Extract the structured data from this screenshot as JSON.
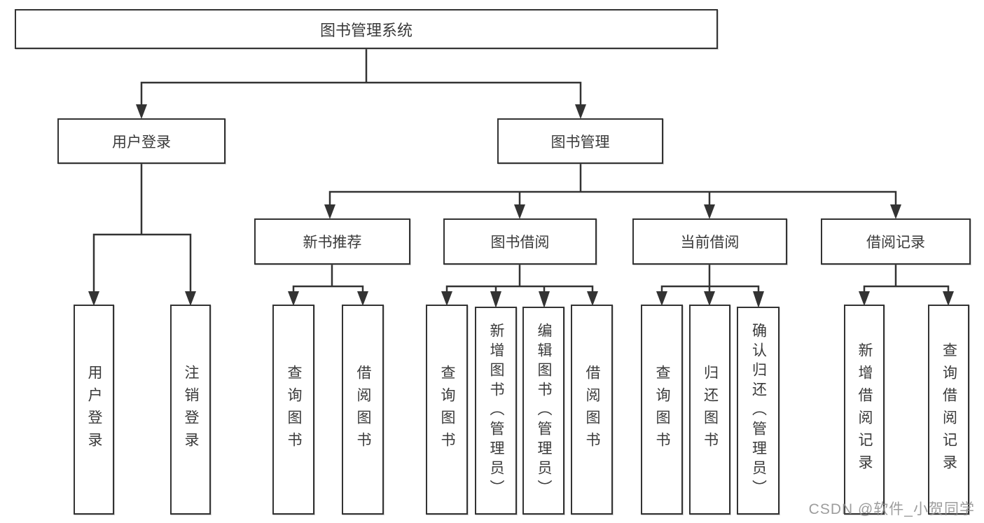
{
  "nodes": {
    "root": "图书管理系统",
    "user_login": "用户登录",
    "book_management": "图书管理",
    "leaf_user_login": "用户登录",
    "leaf_logout": "注销登录",
    "new_book_recommend": "新书推荐",
    "book_borrow": "图书借阅",
    "current_borrow": "当前借阅",
    "borrow_records": "借阅记录",
    "leaf_query_books_1": "查询图书",
    "leaf_borrow_books_1": "借阅图书",
    "leaf_query_books_2": "查询图书",
    "leaf_add_books": "新增图书（管理员）",
    "leaf_edit_books": "编辑图书（管理员）",
    "leaf_borrow_books_2": "借阅图书",
    "leaf_query_books_3": "查询图书",
    "leaf_return_books": "归还图书",
    "leaf_confirm_return": "确认归还（管理员）",
    "leaf_add_borrow_record": "新增借阅记录",
    "leaf_query_borrow_record": "查询借阅记录"
  },
  "hierarchy": {
    "图书管理系统": {
      "用户登录": [
        "用户登录",
        "注销登录"
      ],
      "图书管理": {
        "新书推荐": [
          "查询图书",
          "借阅图书"
        ],
        "图书借阅": [
          "查询图书",
          "新增图书（管理员）",
          "编辑图书（管理员）",
          "借阅图书"
        ],
        "当前借阅": [
          "查询图书",
          "归还图书",
          "确认归还（管理员）"
        ],
        "借阅记录": [
          "新增借阅记录",
          "查询借阅记录"
        ]
      }
    }
  },
  "watermark": "CSDN @软件_小贺同学",
  "colors": {
    "line": "#333333",
    "box_border": "#333333",
    "box_fill": "#ffffff",
    "text": "#3a3a3a",
    "watermark": "#8c8c8c",
    "background": "#ffffff"
  }
}
